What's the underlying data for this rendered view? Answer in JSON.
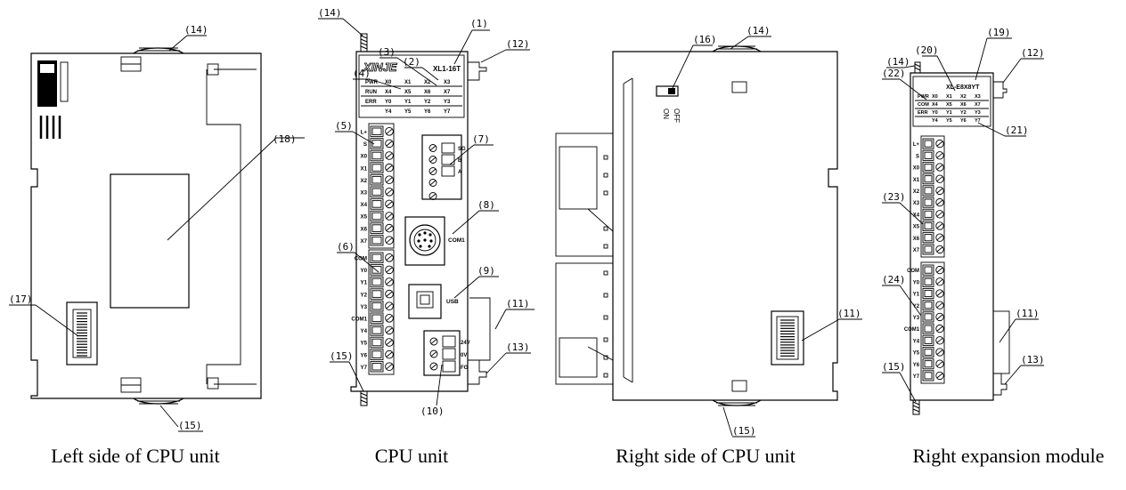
{
  "captions": {
    "left_side": "Left side of CPU unit",
    "cpu": "CPU unit",
    "right_side": "Right side of CPU unit",
    "expansion": "Right expansion module"
  },
  "cpu": {
    "brand": "XINJE",
    "model": "XL1-16T",
    "led_rows": [
      [
        "PWR",
        "X0",
        "X1",
        "X2",
        "X3"
      ],
      [
        "RUN",
        "X4",
        "X5",
        "X6",
        "X7"
      ],
      [
        "ERR",
        "Y0",
        "Y1",
        "Y2",
        "Y3"
      ],
      [
        "",
        "Y4",
        "Y5",
        "Y6",
        "Y7"
      ]
    ],
    "input_terms": [
      "L+",
      "S",
      "X0",
      "X1",
      "X2",
      "X3",
      "X4",
      "X5",
      "X6",
      "X7"
    ],
    "output_terms": [
      "COM",
      "Y0",
      "Y1",
      "Y2",
      "Y3",
      "COM1",
      "Y4",
      "Y5",
      "Y6",
      "Y7"
    ],
    "comm_terms": [
      "SG",
      "B",
      "A"
    ],
    "power_terms": [
      "24V",
      "0V",
      "FG"
    ],
    "com1_label": "COM1",
    "usb_label": "USB"
  },
  "switch": {
    "on": "ON",
    "off": "OFF"
  },
  "expansion": {
    "model": "XL-E8X8YT",
    "led_rows": [
      [
        "PWR",
        "X0",
        "X1",
        "X2",
        "X3"
      ],
      [
        "COM",
        "X4",
        "X5",
        "X6",
        "X7"
      ],
      [
        "ERR",
        "Y0",
        "Y1",
        "Y2",
        "Y3"
      ],
      [
        "",
        "Y4",
        "Y5",
        "Y6",
        "Y7"
      ]
    ],
    "input_terms": [
      "L+",
      "S",
      "X0",
      "X1",
      "X2",
      "X3",
      "X4",
      "X5",
      "X6",
      "X7"
    ],
    "output_terms": [
      "COM",
      "Y0",
      "Y1",
      "Y2",
      "Y3",
      "COM1",
      "Y4",
      "Y5",
      "Y6",
      "Y7"
    ]
  },
  "callouts": {
    "c1": "(1)",
    "c2": "(2)",
    "c3": "(3)",
    "c4": "(4)",
    "c5": "(5)",
    "c6": "(6)",
    "c7": "(7)",
    "c8": "(8)",
    "c9": "(9)",
    "c10": "(10)",
    "c11": "(11)",
    "c12": "(12)",
    "c13": "(13)",
    "c14": "(14)",
    "c15": "(15)",
    "c16": "(16)",
    "c17": "(17)",
    "c18": "(18)",
    "c19": "(19)",
    "c20": "(20)",
    "c21": "(21)",
    "c22": "(22)",
    "c23": "(23)",
    "c24": "(24)"
  }
}
